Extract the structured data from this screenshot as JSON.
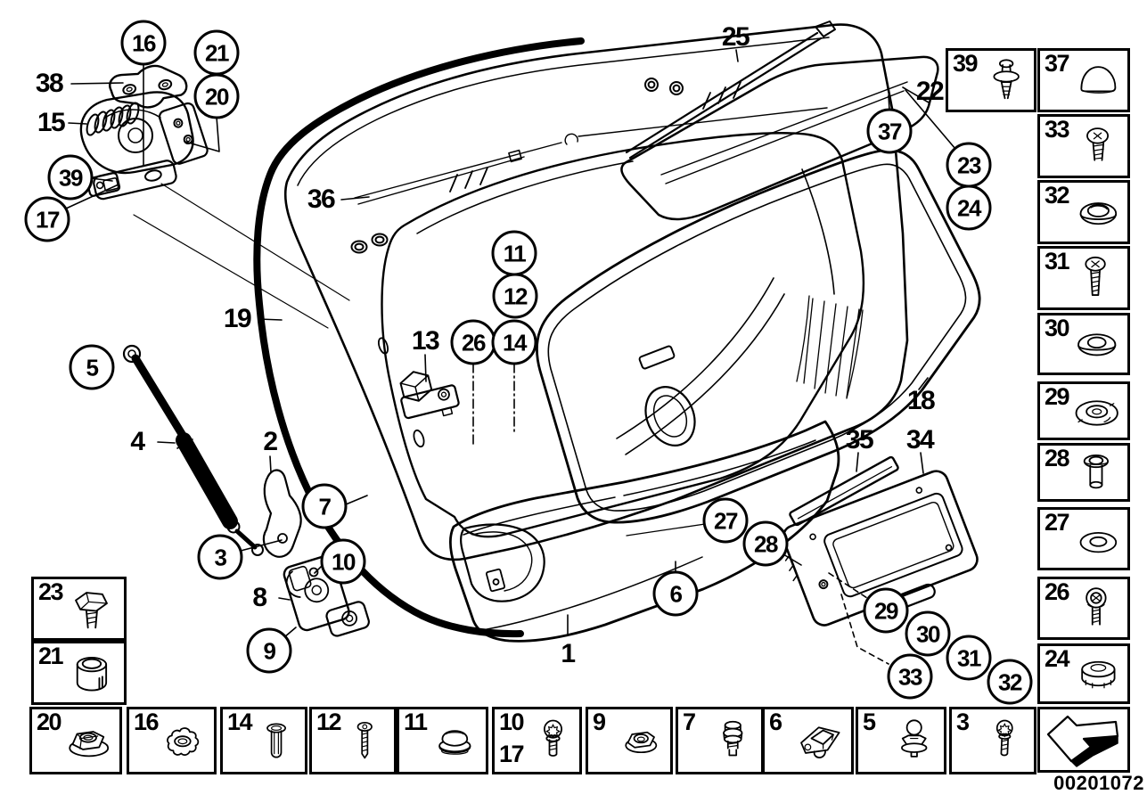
{
  "footer": {
    "code": "00201072"
  },
  "colors": {
    "line": "#000000",
    "background": "#ffffff"
  },
  "callouts": {
    "circled": [
      {
        "n": "16"
      },
      {
        "n": "21"
      },
      {
        "n": "20"
      },
      {
        "n": "39"
      },
      {
        "n": "17"
      },
      {
        "n": "5"
      },
      {
        "n": "7"
      },
      {
        "n": "3"
      },
      {
        "n": "10"
      },
      {
        "n": "9"
      },
      {
        "n": "11"
      },
      {
        "n": "12"
      },
      {
        "n": "26"
      },
      {
        "n": "14"
      },
      {
        "n": "37"
      },
      {
        "n": "23"
      },
      {
        "n": "24"
      },
      {
        "n": "27"
      },
      {
        "n": "28"
      },
      {
        "n": "6"
      },
      {
        "n": "29"
      },
      {
        "n": "30"
      },
      {
        "n": "31"
      },
      {
        "n": "33"
      },
      {
        "n": "32"
      }
    ],
    "plain": [
      {
        "n": "38"
      },
      {
        "n": "15"
      },
      {
        "n": "36"
      },
      {
        "n": "19"
      },
      {
        "n": "4"
      },
      {
        "n": "2"
      },
      {
        "n": "8"
      },
      {
        "n": "13"
      },
      {
        "n": "25"
      },
      {
        "n": "22"
      },
      {
        "n": "18"
      },
      {
        "n": "35"
      },
      {
        "n": "34"
      },
      {
        "n": "1"
      }
    ]
  },
  "panels": {
    "box39": {
      "label": "39",
      "icon": "expansion-rivet-icon"
    },
    "right_column": [
      {
        "label": "37",
        "icon": "dome-cap-icon"
      },
      {
        "label": "33",
        "icon": "short-screw-icon"
      },
      {
        "label": "32",
        "icon": "grommet-cap-icon"
      },
      {
        "label": "31",
        "icon": "long-screw-icon"
      },
      {
        "label": "30",
        "icon": "ring-washer-icon"
      },
      {
        "label": "29",
        "icon": "spring-washer-icon"
      },
      {
        "label": "28",
        "icon": "bushing-sleeve-icon"
      },
      {
        "label": "27",
        "icon": "flat-washer-icon"
      },
      {
        "label": "26",
        "icon": "socket-head-bolt-icon"
      },
      {
        "label": "24",
        "icon": "blind-plug-icon"
      }
    ],
    "left_column": [
      {
        "label": "23",
        "icon": "hex-bolt-icon"
      },
      {
        "label": "21",
        "icon": "spacer-sleeve-icon"
      }
    ],
    "bottom_row": [
      {
        "label": "20",
        "icon": "flange-nut-icon"
      },
      {
        "label": "16",
        "icon": "star-nut-icon"
      },
      {
        "label": "14",
        "icon": "expanding-plug-icon"
      },
      {
        "label": "12",
        "icon": "self-tapping-screw-icon"
      },
      {
        "label": "11",
        "icon": "rubber-buffer-icon"
      },
      {
        "label": "10",
        "label2": "17",
        "icon": "torx-screw-icon"
      },
      {
        "label": "9",
        "icon": "hex-flange-nut-icon"
      },
      {
        "label": "7",
        "icon": "ball-pin-icon"
      },
      {
        "label": "6",
        "icon": "striker-plate-icon"
      },
      {
        "label": "5",
        "icon": "ball-head-bolt-icon"
      },
      {
        "label": "3",
        "icon": "torx-screw-small-icon"
      }
    ]
  }
}
